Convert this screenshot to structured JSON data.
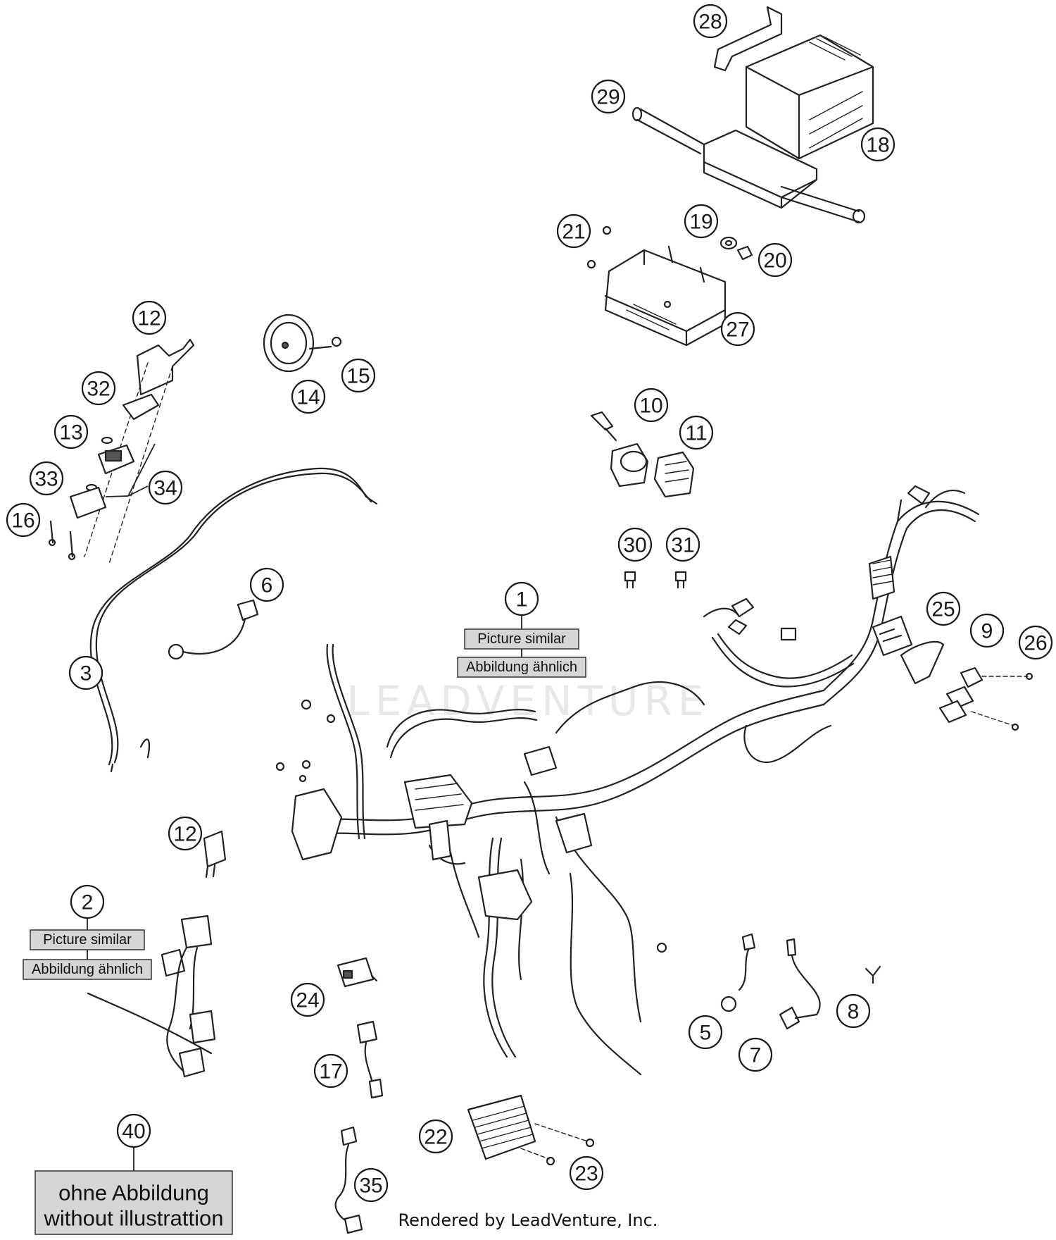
{
  "diagram": {
    "callouts": [
      "1",
      "2",
      "3",
      "5",
      "6",
      "7",
      "8",
      "9",
      "10",
      "11",
      "12",
      "12",
      "13",
      "14",
      "15",
      "16",
      "17",
      "18",
      "19",
      "20",
      "21",
      "22",
      "23",
      "24",
      "25",
      "26",
      "27",
      "28",
      "29",
      "30",
      "31",
      "32",
      "33",
      "34",
      "35",
      "40"
    ],
    "labels": {
      "picture_similar_1": "Picture similar",
      "abbildung_1": "Abbildung ähnlich",
      "picture_similar_2": "Picture similar",
      "abbildung_2": "Abbildung ähnlich",
      "ohne_abbildung": "ohne Abbildung",
      "without_illustration": "without illustrattion"
    },
    "watermark": "LEADVENTURE",
    "credit": "Rendered by LeadVenture, Inc."
  }
}
